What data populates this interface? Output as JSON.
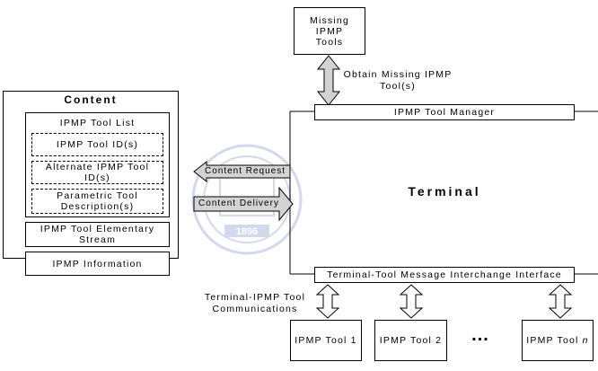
{
  "content": {
    "title": "Content",
    "tool_list_title": "IPMP Tool List",
    "tool_ids": "IPMP Tool ID(s)",
    "alternate_ids": "Alternate IPMP Tool ID(s)",
    "parametric": "Parametric Tool Description(s)",
    "elementary_stream": "IPMP Tool Elementary Stream",
    "information": "IPMP Information"
  },
  "arrows": {
    "content_request": "Content Request",
    "content_delivery": "Content Delivery",
    "obtain_missing": "Obtain Missing IPMP Tool(s)",
    "tool_communications": "Terminal-IPMP Tool Communications"
  },
  "missing_tools": "Missing IPMP Tools",
  "terminal": {
    "label": "Terminal",
    "tool_manager": "IPMP Tool Manager",
    "interchange": "Terminal-Tool Message Interchange Interface"
  },
  "tools": {
    "tool1": "IPMP Tool 1",
    "tool2": "IPMP Tool 2",
    "ellipsis": "...",
    "tool_n_prefix": "IPMP Tool ",
    "tool_n_suffix": "n"
  },
  "watermark": {
    "year": "1896"
  },
  "colors": {
    "arrow_fill": "#d3d3d3",
    "stroke": "#000000"
  }
}
